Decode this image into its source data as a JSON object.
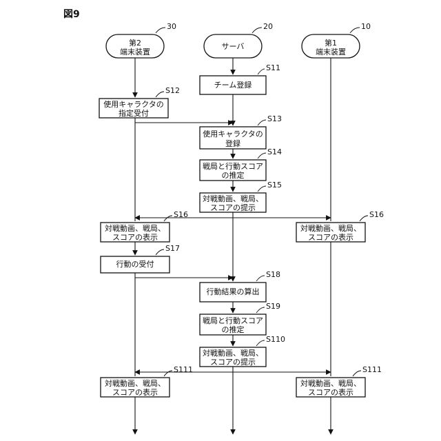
{
  "figure_label": "図9",
  "actors": [
    {
      "ref": "30",
      "lines": [
        "第2",
        "端末装置"
      ]
    },
    {
      "ref": "20",
      "lines": [
        "サーバ"
      ]
    },
    {
      "ref": "10",
      "lines": [
        "第1",
        "端末装置"
      ]
    }
  ],
  "steps": [
    {
      "id": "S11",
      "lines": [
        "チーム登録"
      ]
    },
    {
      "id": "S12",
      "lines": [
        "使用キャラクタの",
        "指定受付"
      ]
    },
    {
      "id": "S13",
      "lines": [
        "使用キャラクタの",
        "登録"
      ]
    },
    {
      "id": "S14",
      "lines": [
        "戦局と行動スコア",
        "の推定"
      ]
    },
    {
      "id": "S15",
      "lines": [
        "対戦動画、戦局、",
        "スコアの提示"
      ]
    },
    {
      "id": "S16",
      "lines": [
        "対戦動画、戦局、",
        "スコアの表示"
      ]
    },
    {
      "id": "S16",
      "lines": [
        "対戦動画、戦局、",
        "スコアの表示"
      ]
    },
    {
      "id": "S17",
      "lines": [
        "行動の受付"
      ]
    },
    {
      "id": "S18",
      "lines": [
        "行動結果の算出"
      ]
    },
    {
      "id": "S19",
      "lines": [
        "戦局と行動スコア",
        "の推定"
      ]
    },
    {
      "id": "S110",
      "lines": [
        "対戦動画、戦局、",
        "スコアの提示"
      ]
    },
    {
      "id": "S111",
      "lines": [
        "対戦動画、戦局、",
        "スコアの表示"
      ]
    },
    {
      "id": "S111",
      "lines": [
        "対戦動画、戦局、",
        "スコアの表示"
      ]
    }
  ]
}
